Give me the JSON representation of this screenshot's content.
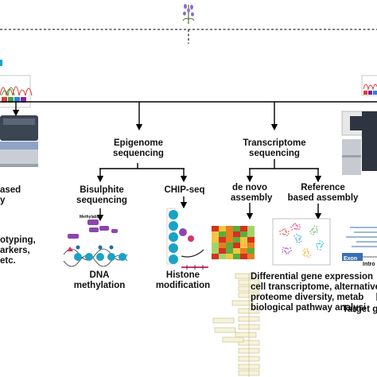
{
  "diagram": {
    "branches": {
      "left_cut_top": "ased",
      "left_cut_bottom": "y",
      "epigenome": "Epigenome sequencing",
      "bisulphite": "Bisulphite sequencing",
      "chipseq": "CHIP-seq",
      "dna_methylation": "DNA methylation",
      "histone_modification": "Histone modification",
      "methylation_tag": "Methylation",
      "transcriptome": "Transcriptome sequencing",
      "de_novo": "de novo assembly",
      "reference": "Reference based assembly",
      "exon_tag": "Exon",
      "intron_tag": "Intro",
      "genotyping": "otyping, arkers, etc.",
      "outcome": "Differential gene expression cell transcriptome, alternative proteome diversity, metab biological pathway analysi",
      "target": "Target g re"
    },
    "colors": {
      "arrow": "#000000",
      "dashed_border": "#333333",
      "heatmap_red": "#d7301f",
      "heatmap_green": "#5aae3c",
      "heatmap_yellow": "#f4c542",
      "methylation_blue": "#19a3c6",
      "purple": "#8e44ad",
      "exon_blue": "#3a6fb0"
    }
  }
}
